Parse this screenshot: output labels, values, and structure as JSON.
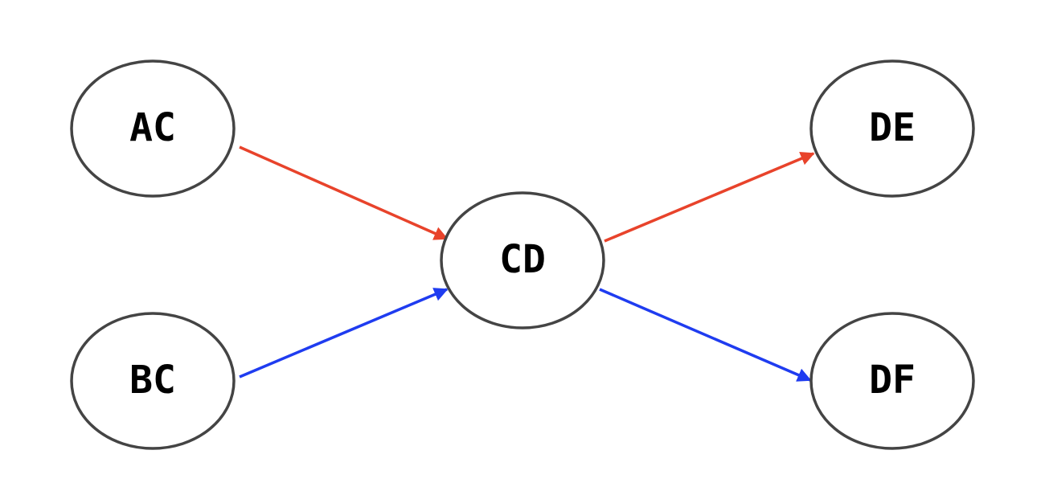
{
  "colors": {
    "red_edge": "#e8432b",
    "blue_edge": "#1f3cf0",
    "node_stroke": "#444444",
    "background": "#ffffff"
  },
  "nodes": [
    {
      "id": "AC",
      "label": "AC"
    },
    {
      "id": "BC",
      "label": "BC"
    },
    {
      "id": "CD",
      "label": "CD"
    },
    {
      "id": "DE",
      "label": "DE"
    },
    {
      "id": "DF",
      "label": "DF"
    }
  ],
  "edges": [
    {
      "from": "AC",
      "to": "CD",
      "color": "red_edge"
    },
    {
      "from": "BC",
      "to": "CD",
      "color": "blue_edge"
    },
    {
      "from": "CD",
      "to": "DE",
      "color": "red_edge"
    },
    {
      "from": "CD",
      "to": "DF",
      "color": "blue_edge"
    }
  ]
}
